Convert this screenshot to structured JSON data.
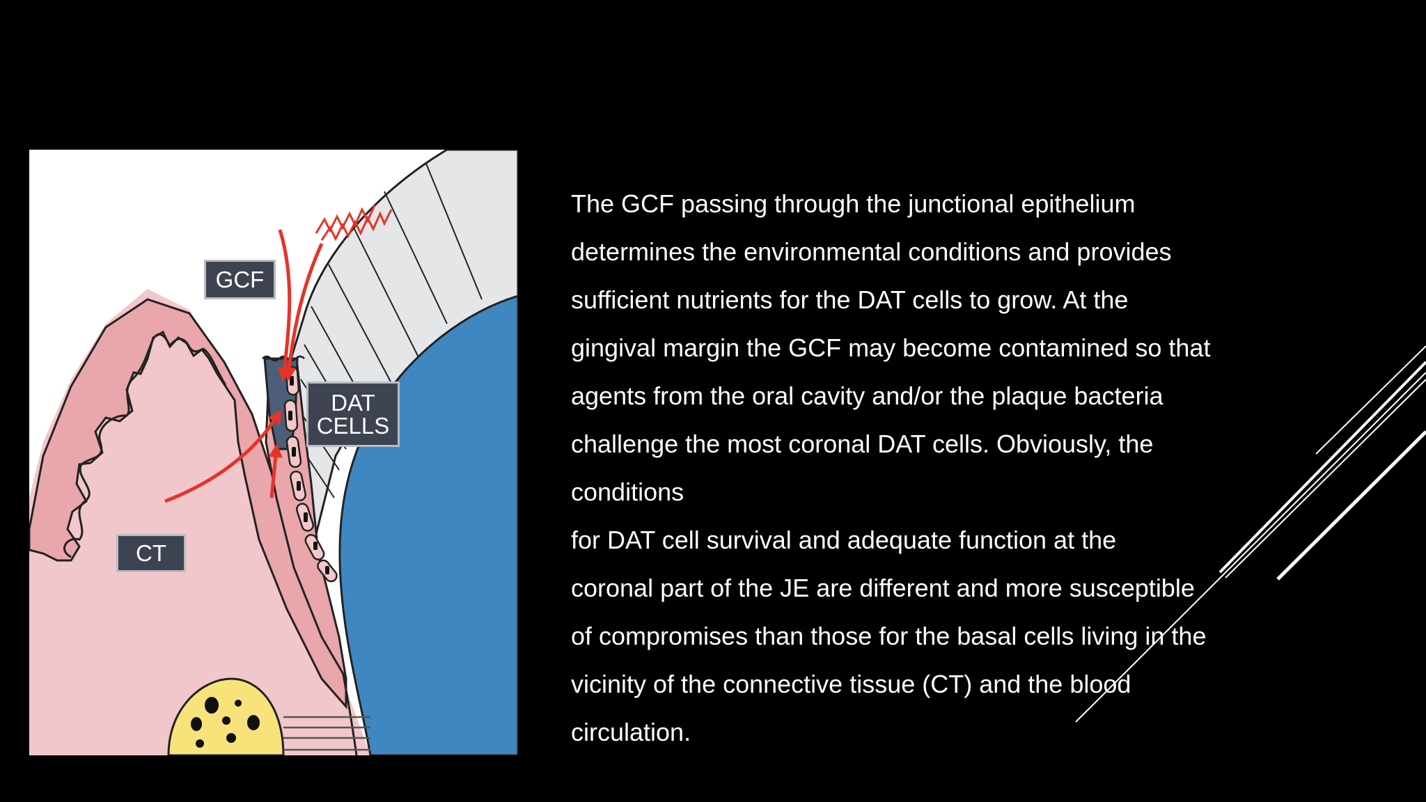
{
  "diagram": {
    "labels": {
      "gcf": "GCF",
      "dat_line1": "DAT",
      "dat_line2": "CELLS",
      "ct": "CT"
    },
    "colors": {
      "gingiva": "#e9a6ab",
      "connective_tissue": "#f2c7cb",
      "enamel": "#e4e6e8",
      "tooth": "#3f87c0",
      "arrows": "#e63329",
      "blood_vessel": "#f7e37a",
      "dat_layer": "#4c5e78",
      "label_box": "#3d4350"
    }
  },
  "text": {
    "paragraph1": "The GCF passing through the junctional epithelium\ndetermines the environmental conditions and provides\nsufficient nutrients for the DAT cells to grow. At the\ngingival margin the GCF may become contamined so that\nagents from the oral cavity and/or the plaque bacteria\nchallenge the most coronal DAT cells. Obviously, the\nconditions",
    "paragraph2": "for DAT cell survival and adequate function at the\ncoronal part of the JE are different and more susceptible\nof compromises than those for the basal cells living in the\nvicinity of the connective tissue (CT) and the blood\ncirculation."
  }
}
